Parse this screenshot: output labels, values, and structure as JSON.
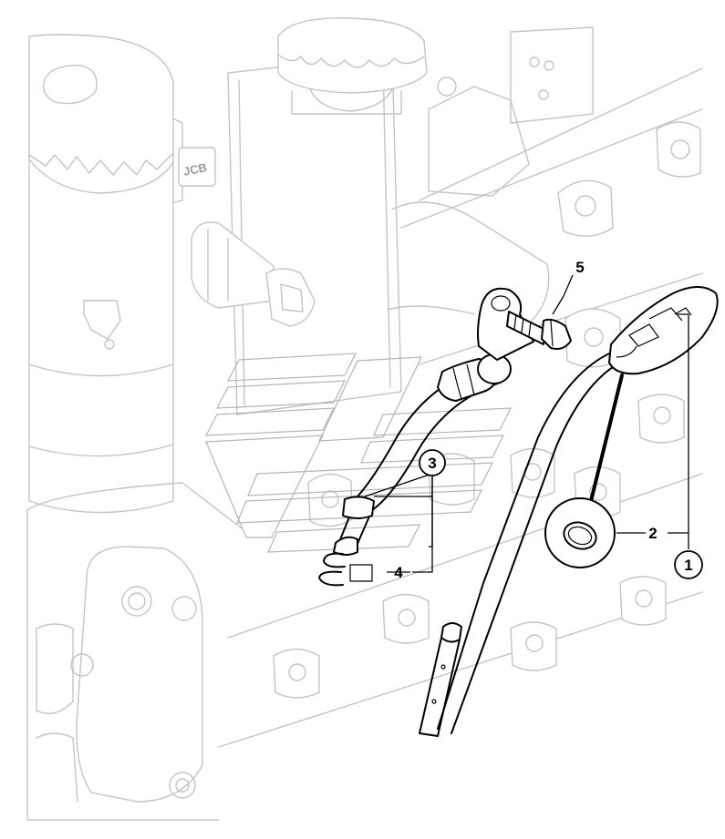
{
  "diagram": {
    "component_stamp": "JCB",
    "callouts": [
      {
        "id": "1",
        "label": "1",
        "circled": true
      },
      {
        "id": "2",
        "label": "2",
        "circled": false
      },
      {
        "id": "3",
        "label": "3",
        "circled": true
      },
      {
        "id": "4",
        "label": "4",
        "circled": false
      },
      {
        "id": "5",
        "label": "5",
        "circled": false
      }
    ]
  }
}
